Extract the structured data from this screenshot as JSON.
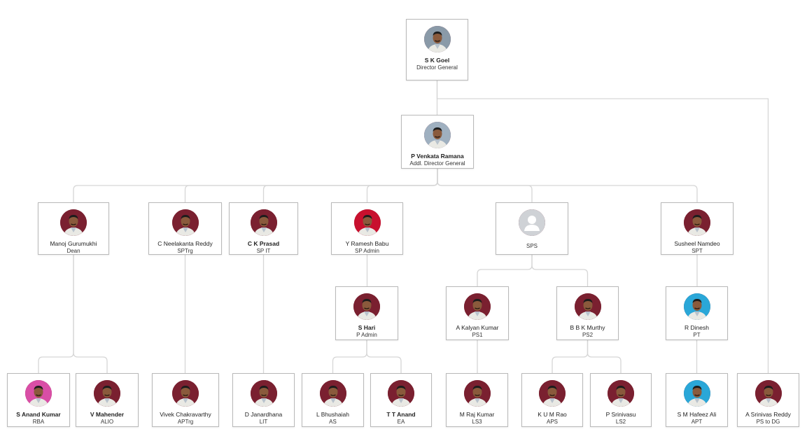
{
  "colors": {
    "connector": "#d6d6d6",
    "node_border": "#b9b9b9",
    "placeholder_avatar": "#cfd2d6"
  },
  "nodes": [
    {
      "id": "goel",
      "name": "S K Goel",
      "title": "Director General",
      "bold": true,
      "avatar_bg": "#8a9aa8",
      "avatar_icon": "portrait-photo"
    },
    {
      "id": "ramana",
      "name": "P Venkata Ramana",
      "title": "Addl. Director General",
      "bold": true,
      "avatar_bg": "#9fb0c0",
      "avatar_icon": "portrait-photo"
    },
    {
      "id": "manoj",
      "name": "Manoj Gurumukhi",
      "title": "Dean",
      "bold": false,
      "avatar_bg": "#7a2030",
      "avatar_icon": "portrait-photo"
    },
    {
      "id": "neelakanta",
      "name": "C Neelakanta Reddy",
      "title": "SPTrg",
      "bold": false,
      "avatar_bg": "#7a2030",
      "avatar_icon": "portrait-photo"
    },
    {
      "id": "prasad",
      "name": "C K Prasad",
      "title": "SP IT",
      "bold": true,
      "avatar_bg": "#7a2030",
      "avatar_icon": "portrait-photo"
    },
    {
      "id": "ramesh",
      "name": "Y Ramesh Babu",
      "title": "SP Admin",
      "bold": false,
      "avatar_bg": "#c8102e",
      "avatar_icon": "portrait-photo"
    },
    {
      "id": "sps",
      "name": "",
      "title": "SPS",
      "bold": false,
      "avatar_bg": "#cfd2d6",
      "avatar_icon": "user-placeholder-icon",
      "placeholder": true
    },
    {
      "id": "susheel",
      "name": "Susheel Namdeo",
      "title": "SPT",
      "bold": false,
      "avatar_bg": "#7a2030",
      "avatar_icon": "portrait-photo"
    },
    {
      "id": "hari",
      "name": "S Hari",
      "title": "P Admin",
      "bold": true,
      "avatar_bg": "#7a2030",
      "avatar_icon": "portrait-photo"
    },
    {
      "id": "kalyan",
      "name": "A Kalyan Kumar",
      "title": "PS1",
      "bold": false,
      "avatar_bg": "#7a2030",
      "avatar_icon": "portrait-photo"
    },
    {
      "id": "murthy",
      "name": "B B K Murthy",
      "title": "PS2",
      "bold": false,
      "avatar_bg": "#7a2030",
      "avatar_icon": "portrait-photo"
    },
    {
      "id": "dinesh",
      "name": "R Dinesh",
      "title": "PT",
      "bold": false,
      "avatar_bg": "#2aa7d8",
      "avatar_icon": "portrait-photo"
    },
    {
      "id": "anand_kumar",
      "name": "S Anand Kumar",
      "title": "RBA",
      "bold": true,
      "avatar_bg": "#d94ea6",
      "avatar_icon": "portrait-photo"
    },
    {
      "id": "mahender",
      "name": "V Mahender",
      "title": "ALIO",
      "bold": true,
      "avatar_bg": "#7a2030",
      "avatar_icon": "portrait-photo"
    },
    {
      "id": "vivek",
      "name": "Vivek Chakravarthy",
      "title": "APTrg",
      "bold": false,
      "avatar_bg": "#7a2030",
      "avatar_icon": "portrait-photo"
    },
    {
      "id": "janardhana",
      "name": "D Janardhana",
      "title": "LIT",
      "bold": false,
      "avatar_bg": "#7a2030",
      "avatar_icon": "portrait-photo"
    },
    {
      "id": "bhushaiah",
      "name": "L Bhushaiah",
      "title": "AS",
      "bold": false,
      "avatar_bg": "#7a2030",
      "avatar_icon": "portrait-photo"
    },
    {
      "id": "tt_anand",
      "name": "T T Anand",
      "title": "EA",
      "bold": true,
      "avatar_bg": "#7a2030",
      "avatar_icon": "portrait-photo"
    },
    {
      "id": "raj_kumar",
      "name": "M Raj Kumar",
      "title": "LS3",
      "bold": false,
      "avatar_bg": "#7a2030",
      "avatar_icon": "portrait-photo"
    },
    {
      "id": "kum_rao",
      "name": "K U M Rao",
      "title": "APS",
      "bold": false,
      "avatar_bg": "#7a2030",
      "avatar_icon": "portrait-photo"
    },
    {
      "id": "srinivasu",
      "name": "P Srinivasu",
      "title": "LS2",
      "bold": false,
      "avatar_bg": "#7a2030",
      "avatar_icon": "portrait-photo"
    },
    {
      "id": "hafeez",
      "name": "S M Hafeez Ali",
      "title": "APT",
      "bold": false,
      "avatar_bg": "#2aa7d8",
      "avatar_icon": "portrait-photo"
    },
    {
      "id": "srinivas_reddy",
      "name": "A Srinivas Reddy",
      "title": "PS to DG",
      "bold": false,
      "avatar_bg": "#7a2030",
      "avatar_icon": "portrait-photo"
    }
  ],
  "links": [
    [
      "goel",
      "ramana"
    ],
    [
      "goel",
      "srinivas_reddy"
    ],
    [
      "ramana",
      "manoj"
    ],
    [
      "ramana",
      "neelakanta"
    ],
    [
      "ramana",
      "prasad"
    ],
    [
      "ramana",
      "ramesh"
    ],
    [
      "ramana",
      "sps"
    ],
    [
      "ramana",
      "susheel"
    ],
    [
      "manoj",
      "anand_kumar"
    ],
    [
      "manoj",
      "mahender"
    ],
    [
      "neelakanta",
      "vivek"
    ],
    [
      "prasad",
      "janardhana"
    ],
    [
      "ramesh",
      "hari"
    ],
    [
      "hari",
      "bhushaiah"
    ],
    [
      "hari",
      "tt_anand"
    ],
    [
      "sps",
      "kalyan"
    ],
    [
      "sps",
      "murthy"
    ],
    [
      "kalyan",
      "raj_kumar"
    ],
    [
      "murthy",
      "kum_rao"
    ],
    [
      "murthy",
      "srinivasu"
    ],
    [
      "susheel",
      "dinesh"
    ],
    [
      "dinesh",
      "hafeez"
    ]
  ]
}
